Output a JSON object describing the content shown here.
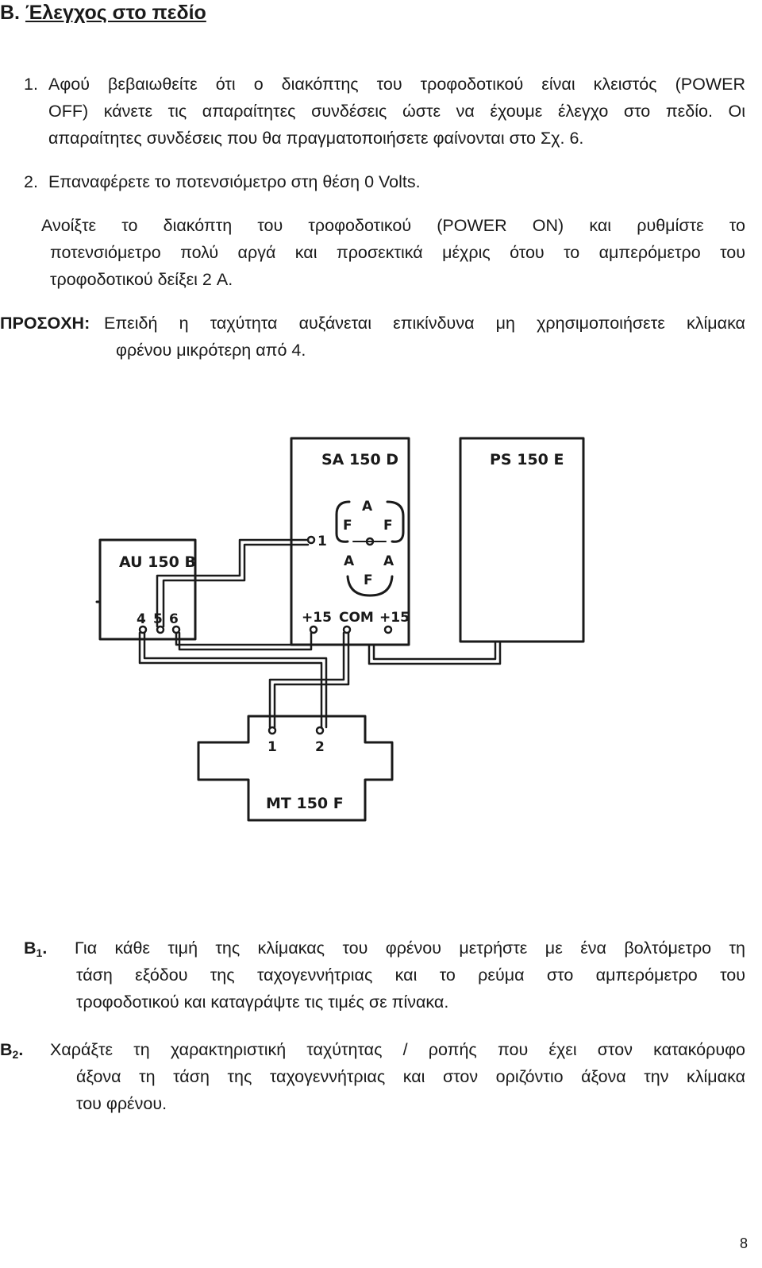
{
  "heading": {
    "prefix": "B.",
    "title": "Έλεγχος στο πεδίο"
  },
  "step1": {
    "number": "1.",
    "line1": "Αφού βεβαιωθείτε ότι ο διακόπτης του τροφοδοτικού είναι  κλειστός (POWER",
    "line2": "OFF) κάνετε τις απαραίτητες συνδέσεις   ώστε να έχουμε έλεγχο στο πεδίο. Οι",
    "line3": "απαραίτητες συνδέσεις που θα πραγματοποιήσετε φαίνονται στο Σχ. 6."
  },
  "step2": {
    "number": "2.",
    "line1": "Επαναφέρετε το ποτενσιόμετρο στη θέση 0 Volts."
  },
  "step3": {
    "line1": "Ανοίξτε το διακόπτη του τροφοδοτικού (POWER ON) και  ρυθμίστε το",
    "line2": "ποτενσιόμετρο πολύ αργά και προσεκτικά μέχρις  ότου το αμπερόμετρο του",
    "line3": "τροφοδοτικού δείξει 2 A."
  },
  "warning": {
    "label": "ΠΡΟΣΟΧΗ:",
    "line1": "Επειδή η ταχύτητα αυξάνεται επικίνδυνα μη χρησιμοποιήσετε κλίμακα",
    "line2": "φρένου μικρότερη από 4."
  },
  "diagram": {
    "sa_title": "SA 150 D",
    "ps_title": "PS 150 E",
    "au_title": "AU 150 B",
    "mt_title": "MT 150 F",
    "sa_bridge": {
      "top_a": "A",
      "f_left": "F",
      "f_right": "F",
      "a_left": "A",
      "a_right": "A",
      "bottom_f": "F"
    },
    "sa_terminal_1": "1",
    "sa_terminals": [
      "+15",
      "COM",
      "+15"
    ],
    "au_terminals": [
      "4",
      "5",
      "6"
    ],
    "mt_terminals": [
      "1",
      "2"
    ]
  },
  "b1": {
    "label": "B",
    "sub": "1",
    "dot": ".",
    "line1": "Για κάθε τιμή της κλίμακας του φρένου μετρήστε με ένα  βολτόμετρο τη",
    "line2": "τάση εξόδου της ταχογεννήτριας και το ρεύμα στο αμπερόμετρο του",
    "line3": "τροφοδοτικού και καταγράψτε τις τιμές σε πίνακα."
  },
  "b2": {
    "label": "B",
    "sub": "2",
    "dot": ".",
    "line1": "Χαράξτε τη  χαρακτηριστική ταχύτητας / ροπής που  έχει  στον κατακόρυφο",
    "line2": "άξονα τη τάση της ταχογεννήτριας και στον οριζόντιο άξονα την κλίμακα",
    "line3": "του φρένου."
  },
  "page_number": "8"
}
